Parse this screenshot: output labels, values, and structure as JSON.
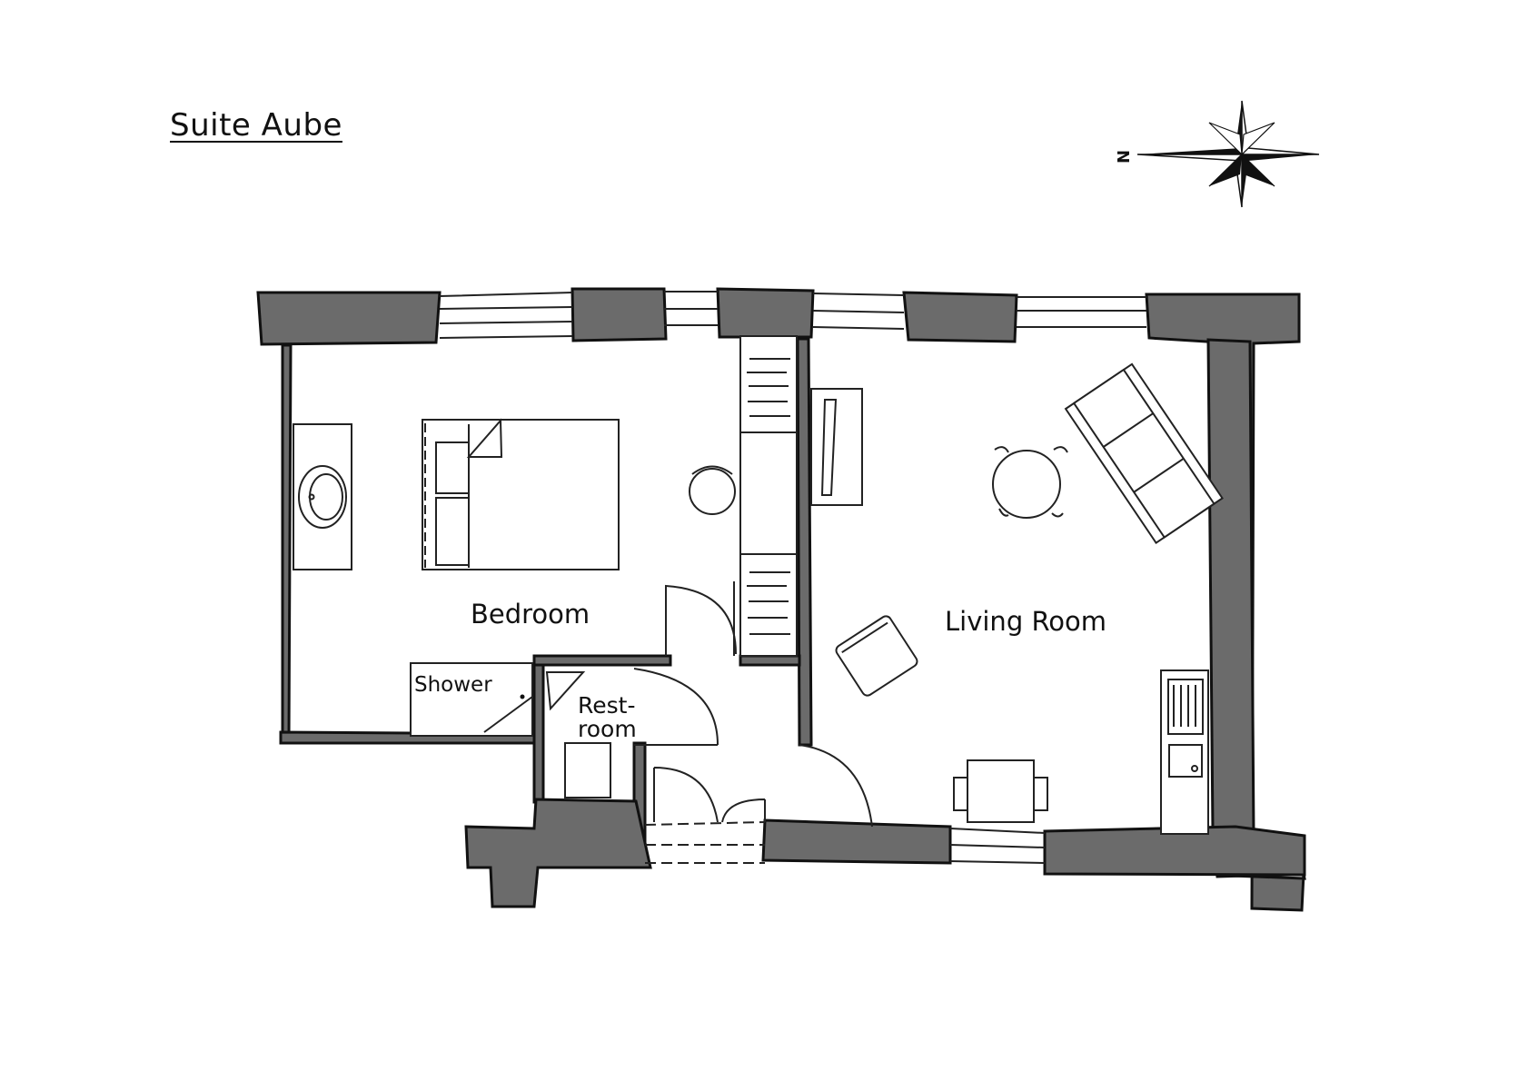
{
  "title": "Suite Aube",
  "compass": {
    "north_label": "N",
    "icon": "compass-rose-icon"
  },
  "rooms": {
    "bedroom": "Bedroom",
    "living_room": "Living Room",
    "shower": "Shower",
    "restroom_line1": "Rest-",
    "restroom_line2": "room"
  },
  "colors": {
    "wall": "#6b6b6b",
    "line": "#222222",
    "background": "#ffffff"
  }
}
